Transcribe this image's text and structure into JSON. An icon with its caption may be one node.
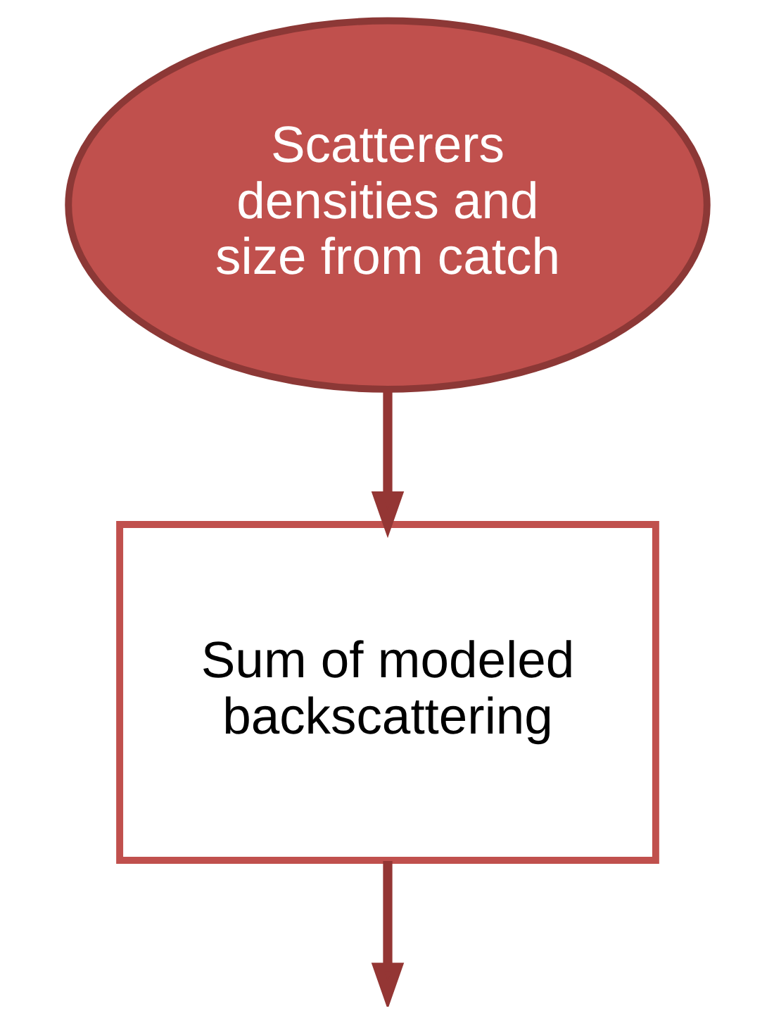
{
  "diagram": {
    "nodes": [
      {
        "text": [
          "Scatterers densities and size from catch"
        ]
      },
      {
        "text": [
          "Sum of modeled backscattering"
        ]
      }
    ],
    "edges": [
      {
        "from": 0,
        "to": 1,
        "arrow": "to"
      },
      {
        "from": 1,
        "to": null,
        "arrow": "to"
      }
    ]
  }
}
